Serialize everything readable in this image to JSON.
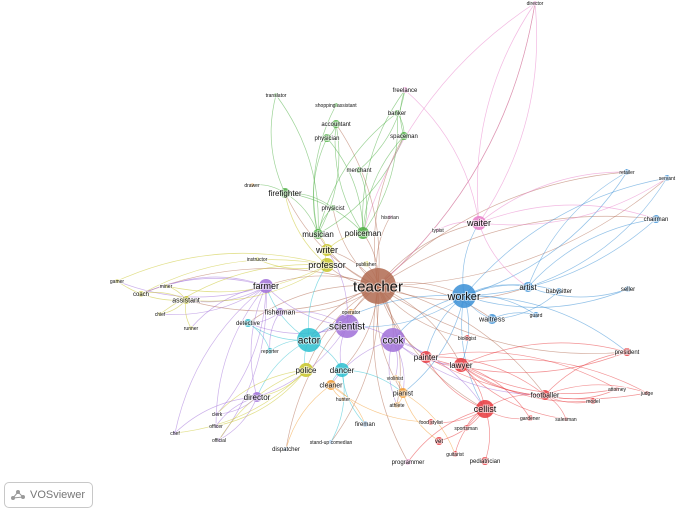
{
  "app": {
    "name": "VOSviewer"
  },
  "clusters": {
    "red": "#e8383d",
    "green": "#4cae42",
    "blue": "#3a8fd6",
    "yellow": "#c8c528",
    "purple": "#a070d8",
    "cyan": "#2cc0d0",
    "orange": "#f29a2e",
    "brown": "#b06a50",
    "pink": "#e87ec8",
    "lightblue": "#8ab8e8"
  },
  "nodes": [
    {
      "label": "teacher",
      "cluster": "brown"
    },
    {
      "label": "worker",
      "cluster": "blue"
    },
    {
      "label": "scientist",
      "cluster": "purple"
    },
    {
      "label": "cook",
      "cluster": "purple"
    },
    {
      "label": "actor",
      "cluster": "cyan"
    },
    {
      "label": "waiter",
      "cluster": "pink"
    },
    {
      "label": "farmer",
      "cluster": "purple"
    },
    {
      "label": "professor",
      "cluster": "yellow"
    },
    {
      "label": "writer",
      "cluster": "yellow"
    },
    {
      "label": "musician",
      "cluster": "green"
    },
    {
      "label": "policeman",
      "cluster": "green"
    },
    {
      "label": "firefighter",
      "cluster": "green"
    },
    {
      "label": "painter",
      "cluster": "red"
    },
    {
      "label": "lawyer",
      "cluster": "red"
    },
    {
      "label": "police",
      "cluster": "yellow"
    },
    {
      "label": "dancer",
      "cluster": "cyan"
    },
    {
      "label": "cleaner",
      "cluster": "orange"
    },
    {
      "label": "director",
      "cluster": "purple"
    },
    {
      "label": "cellist",
      "cluster": "red"
    },
    {
      "label": "footballer",
      "cluster": "red"
    },
    {
      "label": "artist",
      "cluster": "blue"
    },
    {
      "label": "waitress",
      "cluster": "blue"
    },
    {
      "label": "pianist",
      "cluster": "orange"
    },
    {
      "label": "assistant",
      "cluster": "yellow"
    },
    {
      "label": "coach",
      "cluster": "yellow"
    },
    {
      "label": "fisherman",
      "cluster": "purple"
    },
    {
      "label": "detective",
      "cluster": "cyan"
    },
    {
      "label": "physicist",
      "cluster": "green"
    },
    {
      "label": "merchant",
      "cluster": "green"
    },
    {
      "label": "accountant",
      "cluster": "green"
    },
    {
      "label": "physician",
      "cluster": "green"
    },
    {
      "label": "spaceman",
      "cluster": "green"
    },
    {
      "label": "banker",
      "cluster": "green"
    },
    {
      "label": "freelance",
      "cluster": "pink"
    },
    {
      "label": "translator",
      "cluster": "green"
    },
    {
      "label": "shopping assistant",
      "cluster": "green"
    },
    {
      "label": "director",
      "cluster": "pink"
    },
    {
      "label": "drawer",
      "cluster": "orange"
    },
    {
      "label": "instructor",
      "cluster": "yellow"
    },
    {
      "label": "gamer",
      "cluster": "yellow"
    },
    {
      "label": "miner",
      "cluster": "yellow"
    },
    {
      "label": "chief",
      "cluster": "yellow"
    },
    {
      "label": "runner",
      "cluster": "yellow"
    },
    {
      "label": "reporter",
      "cluster": "cyan"
    },
    {
      "label": "operator",
      "cluster": "orange"
    },
    {
      "label": "publisher",
      "cluster": "yellow"
    },
    {
      "label": "hisorian",
      "cluster": "pink"
    },
    {
      "label": "typist",
      "cluster": "pink"
    },
    {
      "label": "biologist",
      "cluster": "red"
    },
    {
      "label": "babysitter",
      "cluster": "blue"
    },
    {
      "label": "seller",
      "cluster": "blue"
    },
    {
      "label": "guard",
      "cluster": "blue"
    },
    {
      "label": "retailer",
      "cluster": "blue"
    },
    {
      "label": "servant",
      "cluster": "blue"
    },
    {
      "label": "chairman",
      "cluster": "blue"
    },
    {
      "label": "president",
      "cluster": "red"
    },
    {
      "label": "attorney",
      "cluster": "red"
    },
    {
      "label": "judge",
      "cluster": "red"
    },
    {
      "label": "model",
      "cluster": "red"
    },
    {
      "label": "gardener",
      "cluster": "red"
    },
    {
      "label": "salesman",
      "cluster": "red"
    },
    {
      "label": "violinist",
      "cluster": "orange"
    },
    {
      "label": "athlete",
      "cluster": "orange"
    },
    {
      "label": "hunter",
      "cluster": "orange"
    },
    {
      "label": "clerk",
      "cluster": "purple"
    },
    {
      "label": "officer",
      "cluster": "purple"
    },
    {
      "label": "official",
      "cluster": "purple"
    },
    {
      "label": "chef",
      "cluster": "purple"
    },
    {
      "label": "fireman",
      "cluster": "lightblue"
    },
    {
      "label": "dispatcher",
      "cluster": "lightblue"
    },
    {
      "label": "stand-up comedian",
      "cluster": "lightblue"
    },
    {
      "label": "food stylist",
      "cluster": "red"
    },
    {
      "label": "sportsman",
      "cluster": "red"
    },
    {
      "label": "vet",
      "cluster": "red"
    },
    {
      "label": "guitarist",
      "cluster": "red"
    },
    {
      "label": "pediatrician",
      "cluster": "red"
    },
    {
      "label": "programmer",
      "cluster": "pink"
    }
  ]
}
